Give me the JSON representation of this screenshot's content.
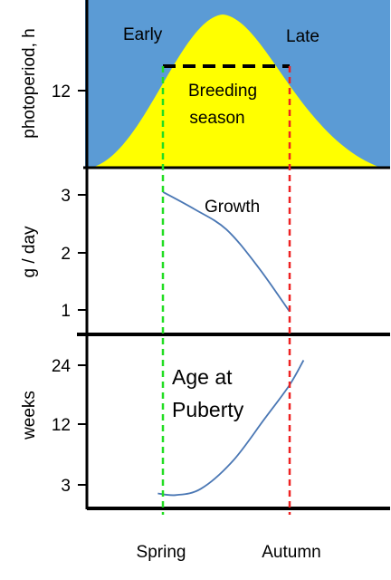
{
  "chart_data": [
    {
      "type": "area",
      "panel": "photoperiod",
      "ylabel": "photoperiod, h",
      "yticks": [
        12
      ],
      "labels": {
        "early": "Early",
        "late": "Late",
        "season_line1": "Breeding",
        "season_line2": "season"
      },
      "colors": {
        "background": "#5b9bd5",
        "area": "#ffff00",
        "threshold": "#000000"
      }
    },
    {
      "type": "line",
      "panel": "growth",
      "ylabel": "g / day",
      "yticks": [
        3,
        2,
        1
      ],
      "series": [
        {
          "name": "Growth",
          "x": [
            0.0,
            0.25,
            0.5,
            0.75,
            1.0
          ],
          "y": [
            3.05,
            2.75,
            2.4,
            1.75,
            0.97
          ]
        }
      ],
      "color": "#4a77b4"
    },
    {
      "type": "line",
      "panel": "puberty",
      "ylabel": "weeks",
      "yticks": [
        24,
        12,
        3
      ],
      "series": [
        {
          "name_line1": "Age at",
          "name_line2": "Puberty",
          "x": [
            -0.04,
            0.1,
            0.3,
            0.55,
            0.8,
            1.0,
            1.11
          ],
          "y": [
            1.9,
            1.7,
            2.5,
            6.5,
            13.0,
            20.0,
            25.0
          ]
        }
      ],
      "color": "#4a77b4"
    }
  ],
  "x_categories": [
    "Spring",
    "Autumn"
  ],
  "markers": {
    "spring_color": "#22dd22",
    "autumn_color": "#ee2222"
  }
}
